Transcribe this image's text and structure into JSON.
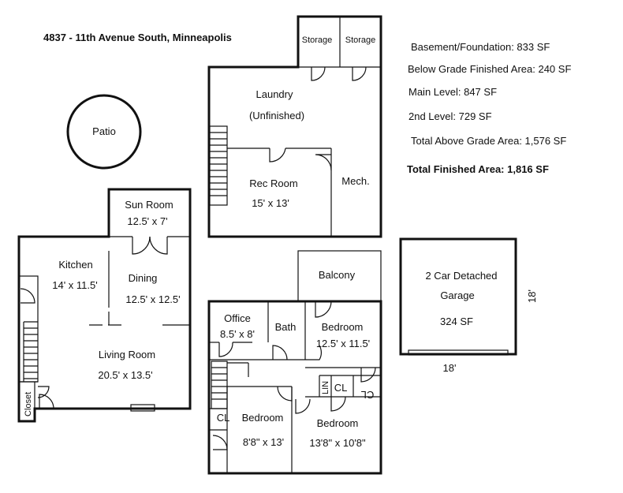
{
  "address": "4837 - 11th Avenue South, Minneapolis",
  "stats": [
    "Basement/Foundation: 833 SF",
    "Below Grade Finished Area: 240 SF",
    "Main Level: 847 SF",
    "2nd Level: 729 SF",
    "Total Above Grade Area: 1,576 SF"
  ],
  "total": "Total Finished Area: 1,816 SF",
  "patio": "Patio",
  "basement": {
    "storage_a": "Storage",
    "storage_b": "Storage",
    "laundry": "Laundry",
    "laundry_note": "(Unfinished)",
    "rec_room": "Rec Room",
    "rec_room_dim": "15' x 13'",
    "mech": "Mech."
  },
  "main": {
    "sun_room": "Sun Room",
    "sun_room_dim": "12.5' x 7'",
    "kitchen": "Kitchen",
    "kitchen_dim": "14' x 11.5'",
    "dining": "Dining",
    "dining_dim": "12.5' x 12.5'",
    "living_room": "Living Room",
    "living_room_dim": "20.5' x 13.5'",
    "closet": "Closet"
  },
  "upper": {
    "balcony": "Balcony",
    "office": "Office",
    "office_dim": "8.5' x 8'",
    "bath": "Bath",
    "bedroom1": "Bedroom",
    "bedroom1_dim": "12.5' x 11.5'",
    "lin": "LIN",
    "cl1": "CL",
    "cl2": "CL",
    "cl3": "CL",
    "bedroom2": "Bedroom",
    "bedroom2_dim": "8'8\" x 13'",
    "bedroom3": "Bedroom",
    "bedroom3_dim": "13'8\" x 10'8\""
  },
  "garage": {
    "title_line1": "2 Car Detached",
    "title_line2": "Garage",
    "area": "324 SF",
    "dim_side": "18'",
    "dim_bottom": "18'"
  }
}
